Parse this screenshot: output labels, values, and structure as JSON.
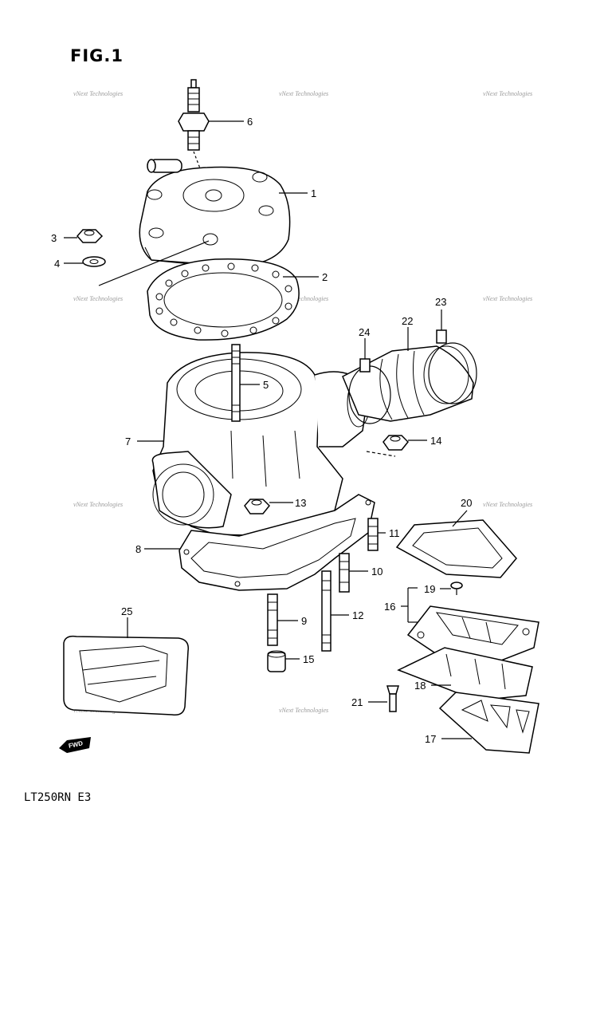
{
  "figure_title": "FIG.1",
  "model_code": "LT250RN E3",
  "fwd_label": "FWD",
  "watermark_text": "vNext Technologies",
  "callouts": [
    "1",
    "2",
    "3",
    "4",
    "5",
    "6",
    "7",
    "8",
    "9",
    "10",
    "11",
    "12",
    "13",
    "14",
    "15",
    "16",
    "17",
    "18",
    "19",
    "20",
    "21",
    "22",
    "23",
    "24",
    "25"
  ]
}
